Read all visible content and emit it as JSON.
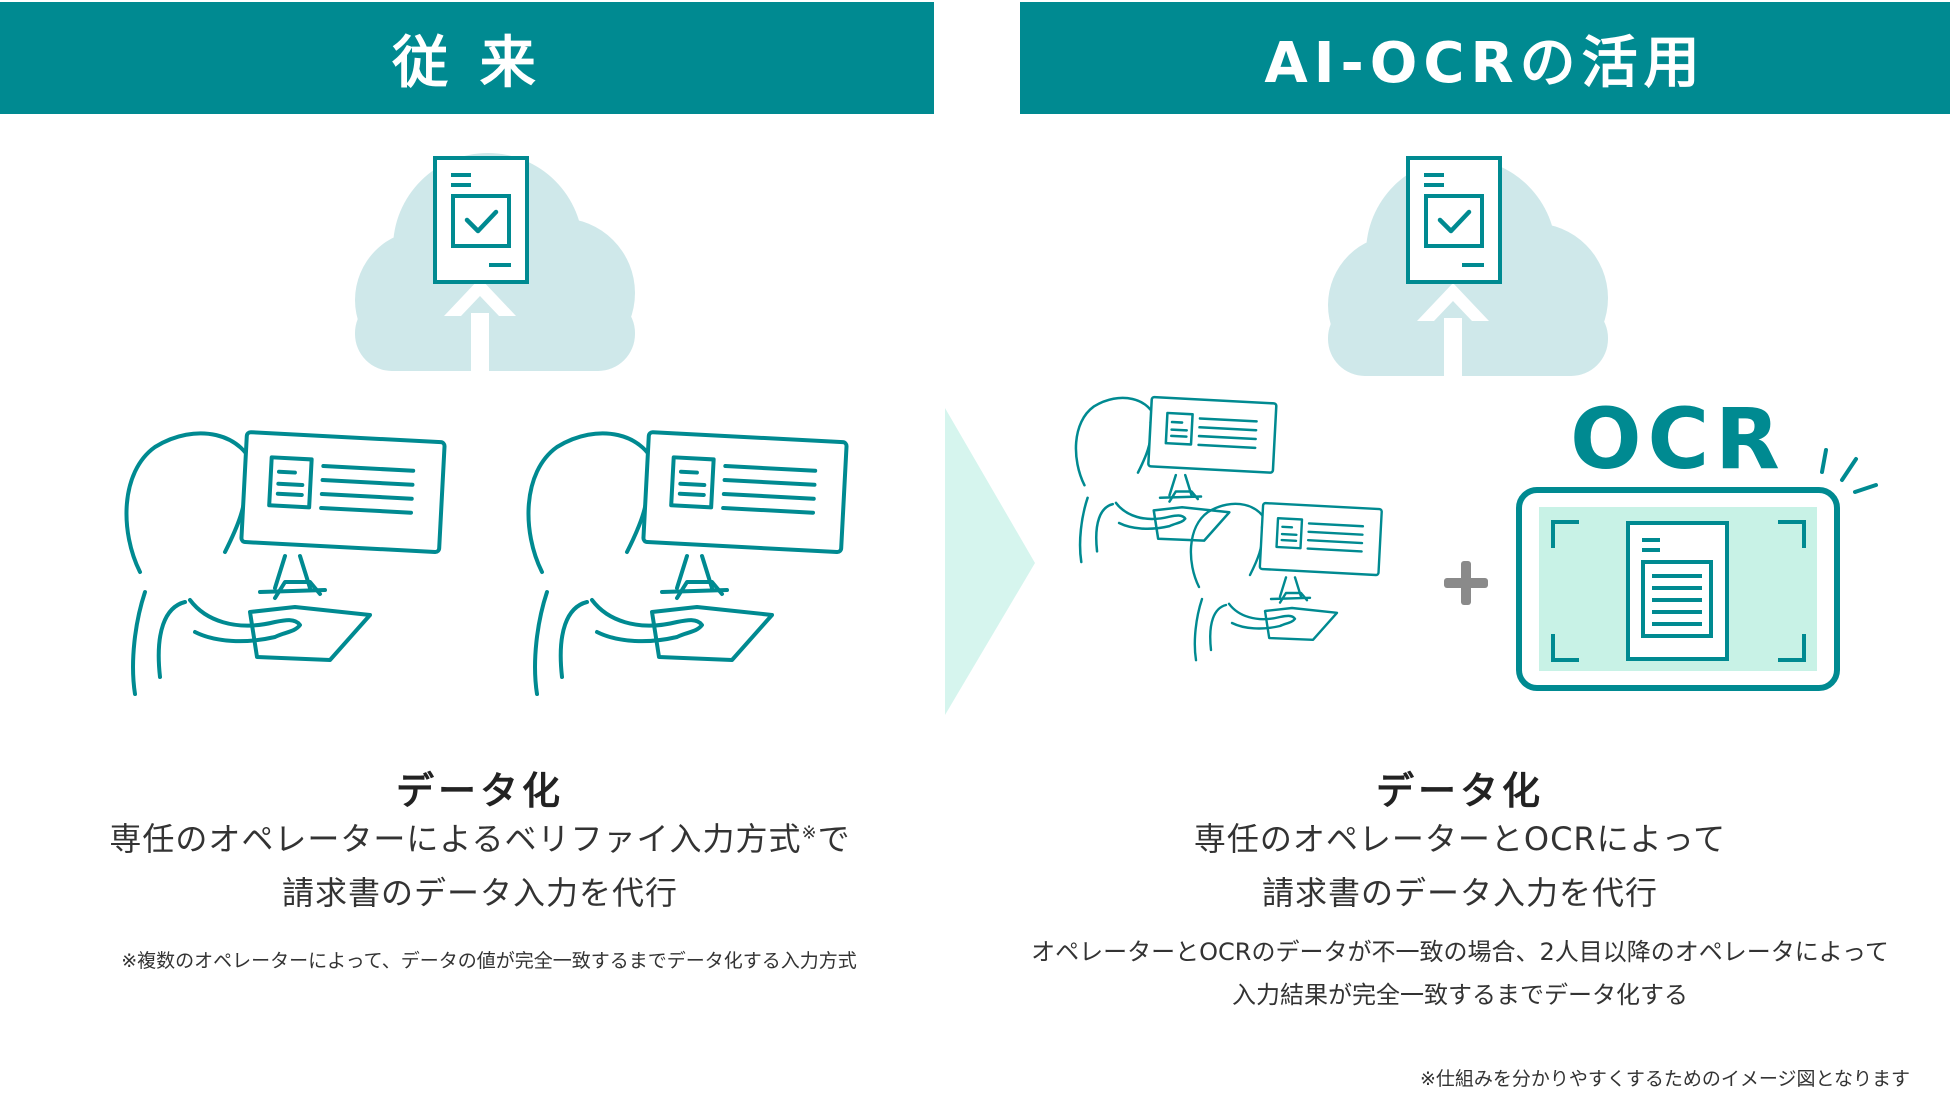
{
  "left": {
    "title": "従 来",
    "heading": "データ化",
    "line1_pre": "専任のオペレーターによるベリファイ入力方式",
    "line1_mark": "※",
    "line1_post": "で",
    "line2": "請求書のデータ入力を代行",
    "footnote": "※複数のオペレーターによって、データの値が完全一致するまでデータ化する入力方式"
  },
  "right": {
    "title": "AI-OCRの活用",
    "ocr_label": "OCR",
    "plus": "+",
    "heading": "データ化",
    "line1": "専任のオペレーターとOCRによって",
    "line2": "請求書のデータ入力を代行",
    "note1": "オペレーターとOCRのデータが不一致の場合、2人目以降のオペレータによって",
    "note2": "入力結果が完全一致するまでデータ化する"
  },
  "footer_note": "※仕組みを分かりやすくするためのイメージ図となります",
  "colors": {
    "teal": "#008a91",
    "cloud": "#cfe8ea",
    "arrow": "#d6f5ee",
    "scan_bg": "#c8f2e6",
    "plus_gray": "#8a8a8a"
  },
  "icons": [
    "cloud-upload-icon",
    "document-check-icon",
    "operator-at-computer-icon",
    "ocr-scanner-icon",
    "plus-icon",
    "chevron-right-arrow"
  ]
}
